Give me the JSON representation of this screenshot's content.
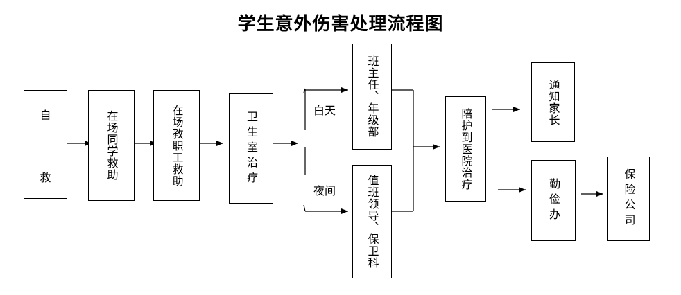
{
  "title": "学生意外伤害处理流程图",
  "nodes": {
    "self_help": {
      "char1": "自",
      "char2": "救"
    },
    "onsite_classmates": "在场同学救助",
    "onsite_staff": "在场教职工救助",
    "health_room": "卫生室治疗",
    "head_teacher": "班主任、年级部",
    "duty_leader": "值班领导、保卫科",
    "hospital": "陪护到医院治疗",
    "notify_parents": "通知家长",
    "work_study_office": "勤俭办",
    "insurance": "保险公司"
  },
  "branch_labels": {
    "day": "白天",
    "night": "夜间"
  }
}
